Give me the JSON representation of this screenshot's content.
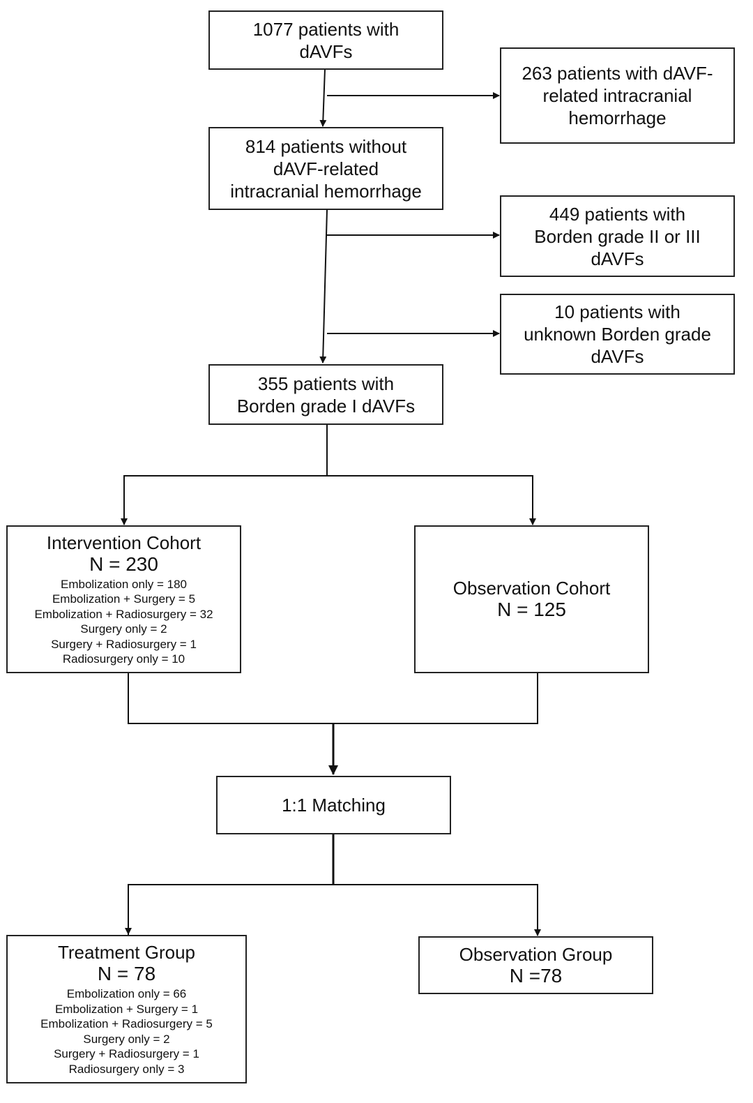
{
  "boxes": {
    "start": [
      "1077 patients with",
      "dAVFs"
    ],
    "excl_hemorrhage": [
      "263 patients with dAVF-",
      "related intracranial",
      "hemorrhage"
    ],
    "no_hemorrhage": [
      "814 patients without",
      "dAVF-related",
      "intracranial hemorrhage"
    ],
    "excl_grade23": [
      "449 patients with",
      "Borden grade II or III",
      "dAVFs"
    ],
    "excl_unknown": [
      "10 patients with",
      "unknown Borden grade",
      "dAVFs"
    ],
    "grade1": [
      "355 patients with",
      "Borden grade I dAVFs"
    ],
    "intervention": {
      "title": "Intervention Cohort",
      "n": "N = 230",
      "details": [
        "Embolization only = 180",
        "Embolization + Surgery = 5",
        "Embolization + Radiosurgery = 32",
        "Surgery only = 2",
        "Surgery + Radiosurgery = 1",
        "Radiosurgery only = 10"
      ]
    },
    "observation_cohort": {
      "title": "Observation Cohort",
      "n": "N = 125"
    },
    "matching": "1:1 Matching",
    "treatment_group": {
      "title": "Treatment Group",
      "n": "N = 78",
      "details": [
        "Embolization only = 66",
        "Embolization + Surgery = 1",
        "Embolization + Radiosurgery = 5",
        "Surgery only = 2",
        "Surgery + Radiosurgery = 1",
        "Radiosurgery only = 3"
      ]
    },
    "observation_group": {
      "title": "Observation Group",
      "n": "N =78"
    }
  }
}
